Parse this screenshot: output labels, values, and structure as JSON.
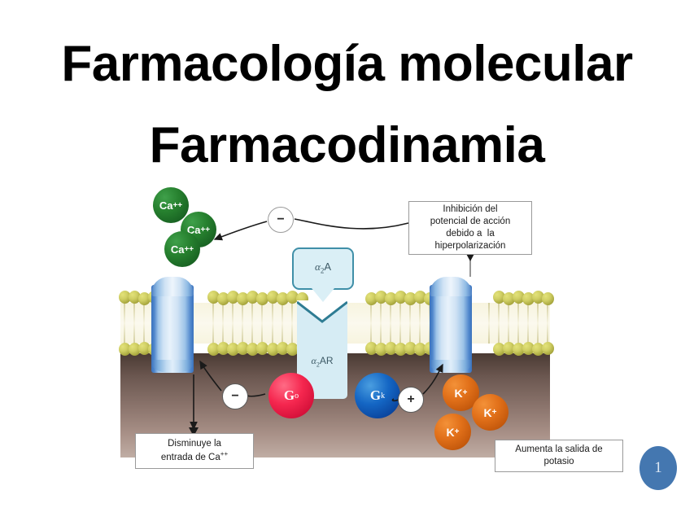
{
  "slide": {
    "title_line_1": "Farmacología molecular",
    "title_line_2": "Farmacodinamia",
    "slide_number": "1",
    "background_color": "#ffffff",
    "title_color": "#000000",
    "slide_number_color": "#4477b0"
  },
  "figure": {
    "receptor": {
      "label_alpha": "α",
      "label_sub": "2",
      "label_suffix": "AR",
      "color": "#d6ecf4"
    },
    "ligand": {
      "label_alpha": "α",
      "label_sub": "2",
      "label_suffix": "A",
      "color": "#daeff6",
      "border_color": "#3f8fa8"
    },
    "channels": [
      {
        "name": "calcium-channel",
        "color": "#3a72bd"
      },
      {
        "name": "potassium-channel",
        "color": "#3a72bd"
      }
    ],
    "g_proteins": [
      {
        "name": "g-protein-o",
        "label": "G",
        "sub": "o",
        "color": "#f5274f"
      },
      {
        "name": "g-protein-k",
        "label": "G",
        "sub": "k",
        "color": "#1466c4"
      }
    ],
    "calcium_ions": [
      {
        "label": "Ca",
        "charge": "++"
      },
      {
        "label": "Ca",
        "charge": "++"
      },
      {
        "label": "Ca",
        "charge": "++"
      }
    ],
    "potassium_ions": [
      {
        "label": "K",
        "charge": "+"
      },
      {
        "label": "K",
        "charge": "+"
      },
      {
        "label": "K",
        "charge": "+"
      }
    ],
    "calcium_ion_color": "#27812f",
    "potassium_ion_color": "#e2711a",
    "sign_badges": [
      {
        "name": "inhibition-sign-top",
        "symbol": "−"
      },
      {
        "name": "inhibition-sign-calcium",
        "symbol": "−"
      },
      {
        "name": "activation-sign-potassium",
        "symbol": "+"
      }
    ],
    "callouts": [
      {
        "name": "callout-hyperpolarization",
        "lines": [
          "Inhibición del",
          "potencial de acción",
          "debido a  la",
          "hiperpolarización"
        ]
      },
      {
        "name": "callout-calcium",
        "lines": [
          "Disminuye la",
          "entrada de Ca++"
        ]
      },
      {
        "name": "callout-potassium",
        "lines": [
          "Aumenta la salida de",
          "potasio"
        ]
      }
    ],
    "membrane": {
      "head_color": "#cfce63",
      "tail_color": "#f7f4df",
      "cytoplasm_color": "#8c756d"
    }
  }
}
